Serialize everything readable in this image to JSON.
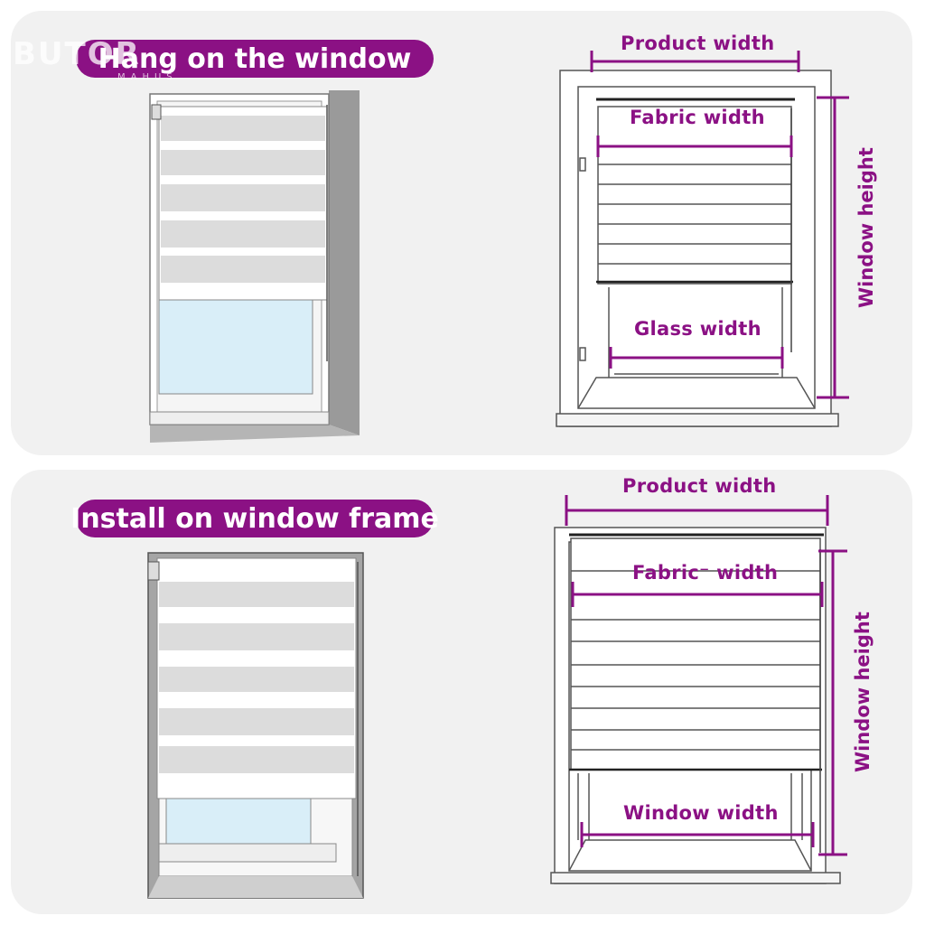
{
  "colors": {
    "accent": "#8b1184",
    "panel_bg": "#f1f1f1",
    "glass": "#d9eef8",
    "line": "#555555"
  },
  "logo": {
    "text": "BUTOR",
    "subtext": "MAHUS"
  },
  "panel_1": {
    "title": "Hang on the window",
    "product_width": "Product  width",
    "fabric_width": "Fabric  width",
    "glass_width": "Glass  width",
    "window_height": "Window height"
  },
  "panel_2": {
    "title": "Install on window frame",
    "product_width": "Product  width",
    "fabric_width": "Fabric⁻ width",
    "window_width": "Window width",
    "window_height": "Window height"
  }
}
